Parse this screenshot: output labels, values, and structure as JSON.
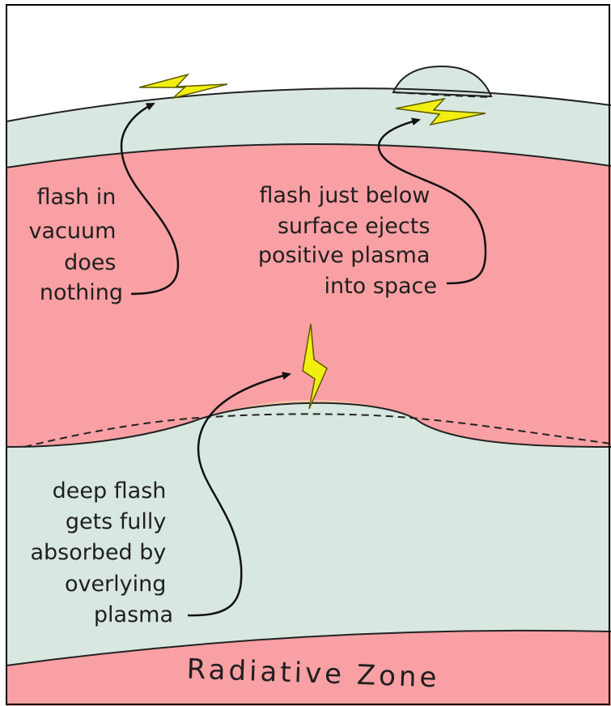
{
  "labels": {
    "vacuum": [
      "flash in",
      "vacuum",
      "does",
      "nothing"
    ],
    "surface": [
      "flash just below",
      "surface ejects",
      "positive plasma",
      "into space"
    ],
    "deep": [
      "deep flash",
      "gets fully",
      "absorbed by",
      "overlying",
      "plasma"
    ],
    "zone": "Radiative Zone"
  },
  "colors": {
    "outer_layer": "#d8e8e0",
    "plasma_layer": "#f9a0a4",
    "bulge": "#f6c7a8",
    "bolt": "#f2ee12",
    "frame": "#000000"
  },
  "icons": [
    "lightning-bolt-icon",
    "lightning-bolt-icon",
    "lightning-bolt-icon"
  ]
}
